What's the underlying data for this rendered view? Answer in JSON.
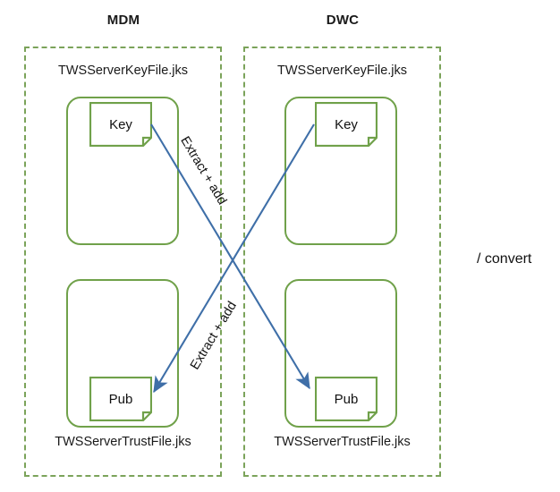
{
  "diagram": {
    "title_note": "/ convert",
    "groups": [
      {
        "id": "mdm",
        "title": "MDM",
        "keystore_label": "TWSServerKeyFile.jks",
        "truststore_label": "TWSServerTrustFile.jks",
        "key_doc": "Key",
        "pub_doc": "Pub"
      },
      {
        "id": "dwc",
        "title": "DWC",
        "keystore_label": "TWSServerKeyFile.jks",
        "truststore_label": "TWSServerTrustFile.jks",
        "key_doc": "Key",
        "pub_doc": "Pub"
      }
    ],
    "edges": [
      {
        "id": "mdm-key-to-dwc-pub",
        "label": "Extract + add"
      },
      {
        "id": "dwc-key-to-mdm-pub",
        "label": "Extract + add"
      }
    ],
    "colors": {
      "zone_border": "#7ba35a",
      "shape_border": "#70a14a",
      "arrow": "#3f6fa8",
      "text": "#111111",
      "background": "#ffffff"
    }
  }
}
